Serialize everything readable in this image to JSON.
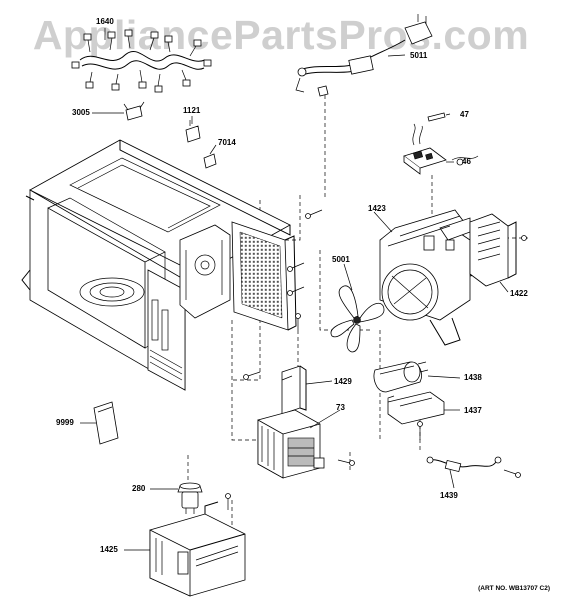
{
  "watermark": "AppliancePartsPros.com",
  "art_number": "(ART NO. WB13707 C2)",
  "callouts": {
    "c1640": "1640",
    "c5011": "5011",
    "c3005": "3005",
    "c1121": "1121",
    "c7014": "7014",
    "c47": "47",
    "c46": "46",
    "c1423": "1423",
    "c1422": "1422",
    "c5001": "5001",
    "c1429": "1429",
    "c1438": "1438",
    "c73": "73",
    "c1437": "1437",
    "c9999": "9999",
    "c280": "280",
    "c1439": "1439",
    "c1425": "1425"
  }
}
